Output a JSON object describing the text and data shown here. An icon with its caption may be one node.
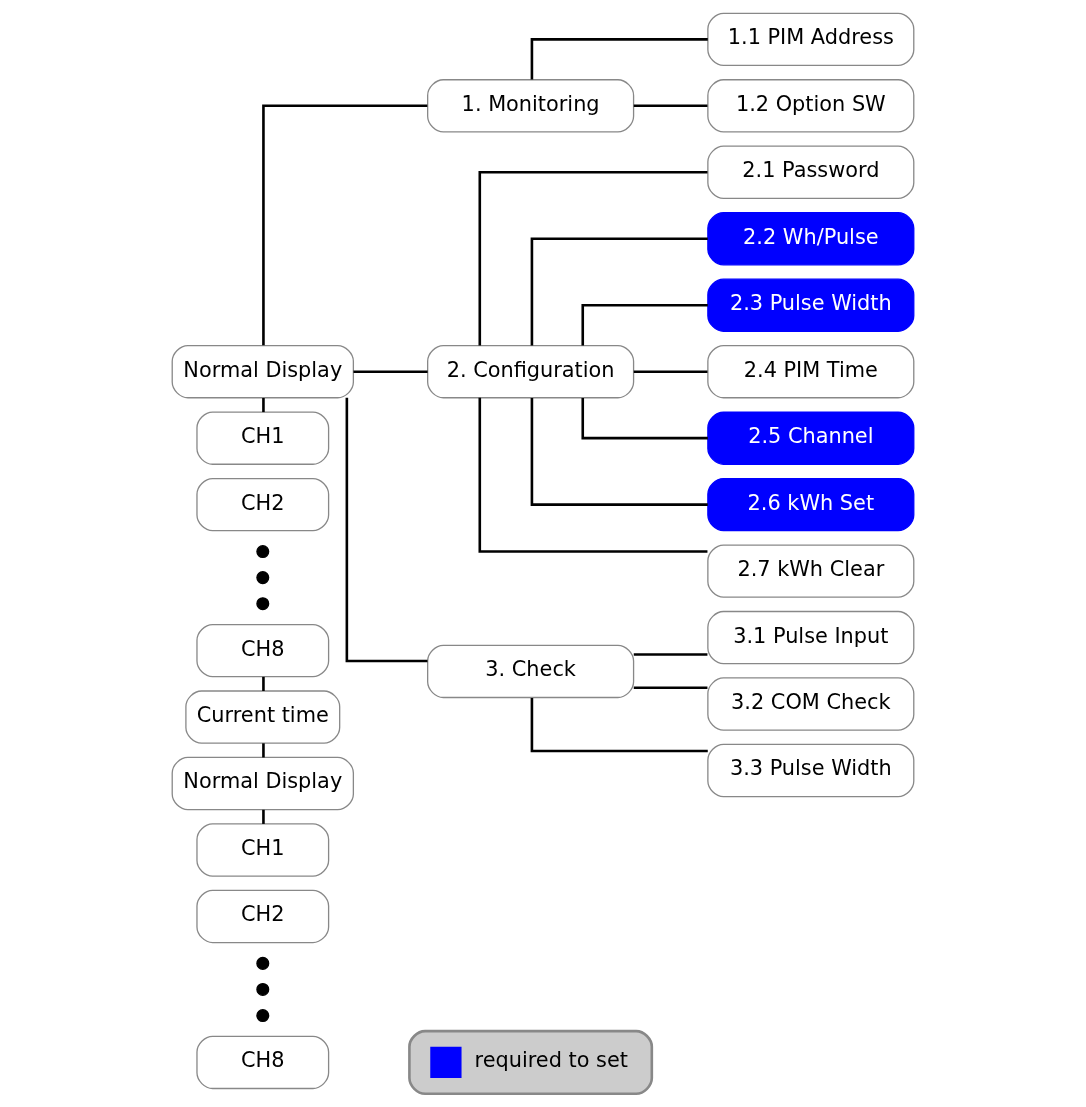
{
  "diagram": {
    "nodes": [
      {
        "text": [
          "Normal Display"
        ]
      },
      {
        "text": [
          "CH1"
        ]
      },
      {
        "text": [
          "CH2"
        ]
      },
      {
        "text": [],
        "shape": "circle"
      },
      {
        "text": [],
        "shape": "circle"
      },
      {
        "text": [],
        "shape": "circle"
      },
      {
        "text": [
          "CH8"
        ]
      },
      {
        "text": [
          "Current time"
        ]
      },
      {
        "text": [
          "Normal Display"
        ]
      },
      {
        "text": [
          "CH1"
        ]
      },
      {
        "text": [
          "CH2"
        ]
      },
      {
        "text": [],
        "shape": "circle"
      },
      {
        "text": [],
        "shape": "circle"
      },
      {
        "text": [],
        "shape": "circle"
      },
      {
        "text": [
          "CH8"
        ]
      },
      {
        "text": [
          "1. Monitoring"
        ]
      },
      {
        "text": [
          "1.1 PIM Address"
        ]
      },
      {
        "text": [
          "1.2 Option SW"
        ]
      },
      {
        "text": [
          "2. Configuration"
        ]
      },
      {
        "text": [
          "2.1 Password"
        ]
      },
      {
        "text": [
          "2.2 Wh/Pulse"
        ]
      },
      {
        "text": [
          "2.3 Pulse Width"
        ]
      },
      {
        "text": [
          "2.4 PIM Time"
        ]
      },
      {
        "text": [
          "2.5 Channel"
        ]
      },
      {
        "text": [
          "2.6 kWh Set"
        ]
      },
      {
        "text": [
          "2.7 kWh Clear"
        ]
      },
      {
        "text": [
          "3. Check"
        ]
      },
      {
        "text": [
          "3.1 Pulse Input"
        ]
      },
      {
        "text": [
          "3.2 COM Check"
        ]
      },
      {
        "text": [
          "3.3 Pulse Width"
        ]
      }
    ],
    "edges": [
      {
        "from": 0,
        "to": 1,
        "arrow": "none"
      },
      {
        "from": 6,
        "to": 7,
        "arrow": "none"
      },
      {
        "from": 7,
        "to": 8,
        "arrow": "none"
      },
      {
        "from": 8,
        "to": 9,
        "arrow": "none"
      },
      {
        "from": 0,
        "to": 15,
        "arrow": "none"
      },
      {
        "from": 0,
        "to": 18,
        "arrow": "none"
      },
      {
        "from": 0,
        "to": 26,
        "arrow": "none"
      },
      {
        "from": 15,
        "to": 16,
        "arrow": "none"
      },
      {
        "from": 15,
        "to": 17,
        "arrow": "none"
      },
      {
        "from": 18,
        "to": 19,
        "arrow": "none"
      },
      {
        "from": 18,
        "to": 20,
        "arrow": "none"
      },
      {
        "from": 18,
        "to": 21,
        "arrow": "none"
      },
      {
        "from": 18,
        "to": 22,
        "arrow": "none"
      },
      {
        "from": 18,
        "to": 23,
        "arrow": "none"
      },
      {
        "from": 18,
        "to": 24,
        "arrow": "none"
      },
      {
        "from": 18,
        "to": 25,
        "arrow": "none"
      },
      {
        "from": 26,
        "to": 27,
        "arrow": "none"
      },
      {
        "from": 26,
        "to": 28,
        "arrow": "none"
      },
      {
        "from": 26,
        "to": 29,
        "arrow": "none"
      }
    ],
    "legend": [
      {
        "text": "required to set",
        "color": "#0000ff"
      }
    ]
  }
}
